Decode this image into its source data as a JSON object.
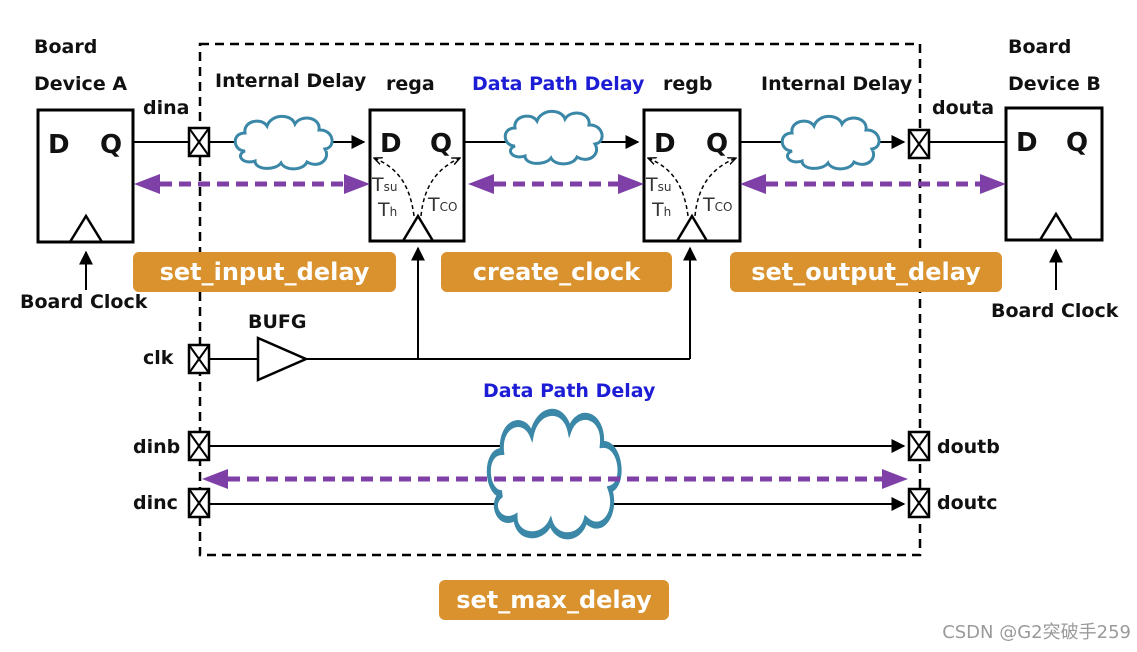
{
  "device_a": {
    "board": "Board",
    "name": "Device A",
    "d": "D",
    "q": "Q",
    "clock": "Board Clock"
  },
  "device_b": {
    "board": "Board",
    "name": "Device B",
    "d": "D",
    "q": "Q",
    "clock": "Board Clock"
  },
  "rega": {
    "title": "rega",
    "d": "D",
    "q": "Q",
    "tsu": "T",
    "tsu_sub": "su",
    "th": "T",
    "th_sub": "h",
    "tco": "T",
    "tco_sub": "CO"
  },
  "regb": {
    "title": "regb",
    "d": "D",
    "q": "Q",
    "tsu": "T",
    "tsu_sub": "su",
    "th": "T",
    "th_sub": "h",
    "tco": "T",
    "tco_sub": "CO"
  },
  "delays": {
    "internal_left": "Internal Delay",
    "internal_right": "Internal Delay",
    "data_path_top": "Data Path Delay",
    "data_path_bottom": "Data Path Delay"
  },
  "ports": {
    "dina": "dina",
    "douta": "douta",
    "clk": "clk",
    "dinb": "dinb",
    "dinc": "dinc",
    "doutb": "doutb",
    "doutc": "doutc"
  },
  "buffer": "BUFG",
  "constraints": {
    "input": "set_input_delay",
    "clock": "create_clock",
    "output": "set_output_delay",
    "max": "set_max_delay"
  },
  "watermark": "CSDN @G2突破手259",
  "colors": {
    "arrow": "#7e3fa6",
    "cloud": "#3b87a7",
    "badge": "#d9922e",
    "blue_text": "#1d1dd6"
  }
}
